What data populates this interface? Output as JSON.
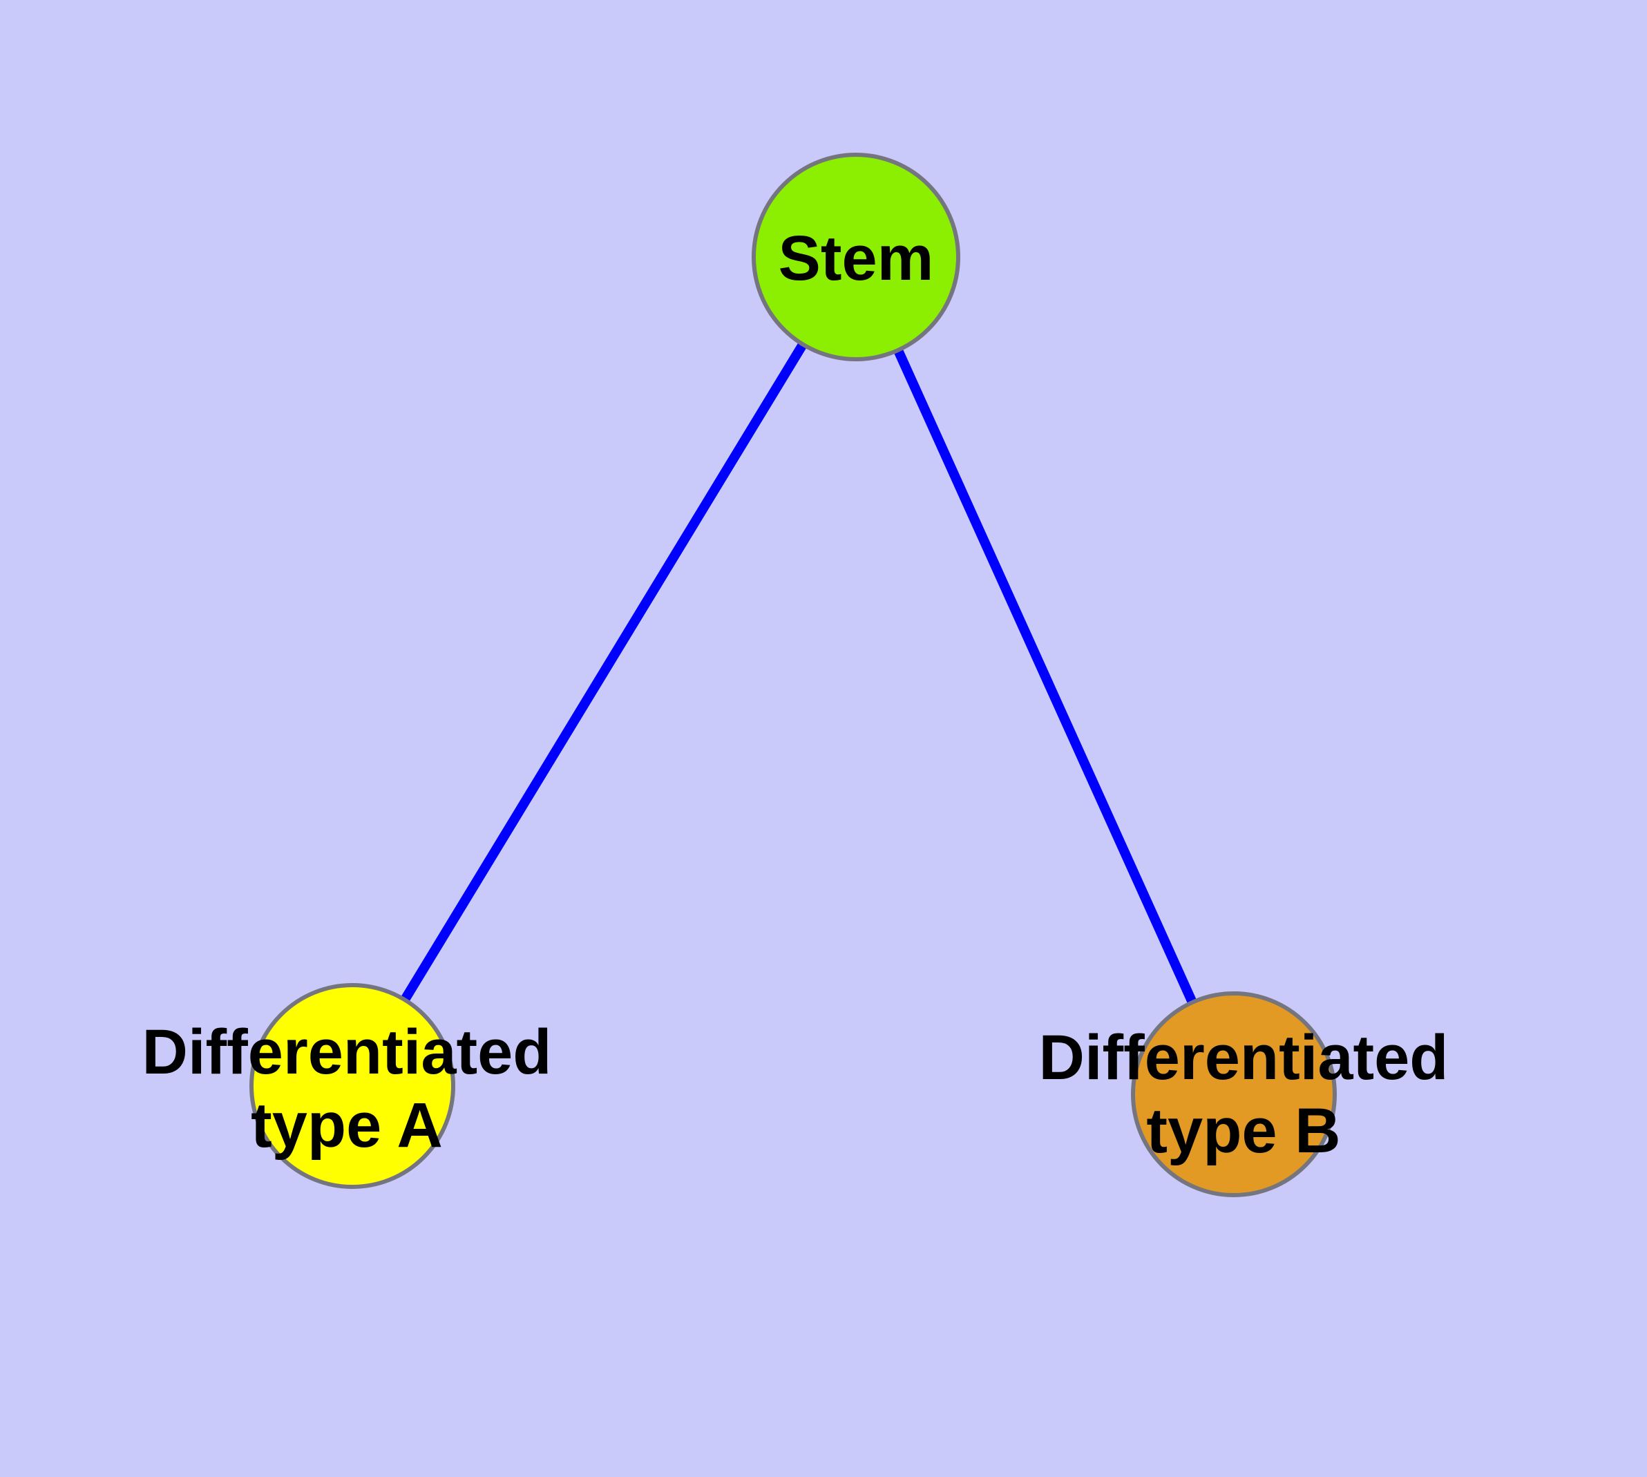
{
  "diagram": {
    "background_color": "#C9C9FA",
    "edge_color": "#0000FF",
    "node_border_color": "#757580",
    "label_color": "#000000",
    "nodes": [
      {
        "id": "stem",
        "label": "Stem",
        "color": "#8CEE00"
      },
      {
        "id": "differentiated-type-a",
        "label_line1": "Differentiated",
        "label_line2": "type A",
        "color": "#FFFF00"
      },
      {
        "id": "differentiated-type-b",
        "label_line1": "Differentiated",
        "label_line2": "type B",
        "color": "#E39A24"
      }
    ],
    "edges": [
      {
        "from": "Stem",
        "to": "Differentiated type A"
      },
      {
        "from": "Stem",
        "to": "Differentiated type B"
      }
    ]
  }
}
